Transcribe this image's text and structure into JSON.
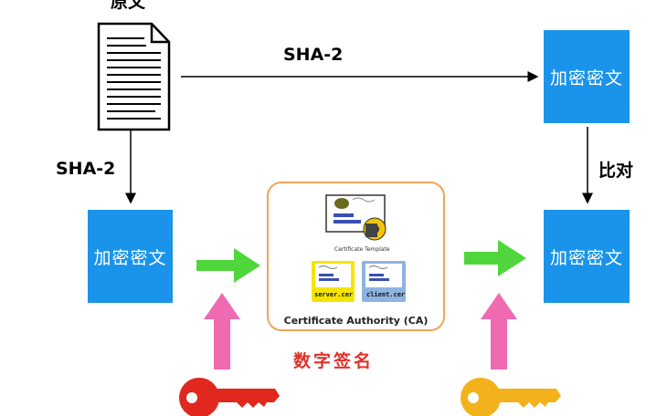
{
  "original_doc_label": "原文",
  "hash_top_label": "SHA-2",
  "hash_left_label": "SHA-2",
  "compare_label": "比对",
  "box_top_right": "加密密文",
  "box_left": "加密密文",
  "box_right": "加密密文",
  "ca": {
    "template_caption": "Certificate Template",
    "server_cert": "server.cer",
    "client_cert": "client.cer",
    "title": "Certificate Authority (CA)"
  },
  "signature_label": "数字签名",
  "colors": {
    "box_blue": "#1a94ea",
    "arrow_green": "#4fd63b",
    "arrow_pink": "#f06ab0",
    "key_red": "#e0281e",
    "key_yellow": "#f3b21c",
    "ca_border": "#f2a35a",
    "signature_red": "#e0302a"
  }
}
